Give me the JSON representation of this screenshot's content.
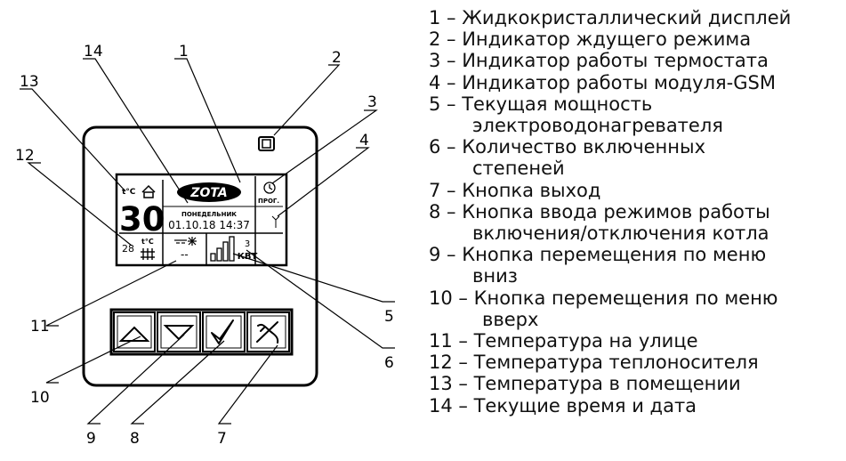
{
  "display": {
    "brand": "ZOTA",
    "room_temp_label": "t°C",
    "room_temp": "30",
    "day": "ПОНЕДЕЛЬНИК",
    "datetime": "01.10.18 14:37",
    "prog_label": "ПРОГ.",
    "coolant_label": "t°C",
    "coolant_temp": "28",
    "outdoor_temp": "--",
    "stages": "3",
    "power_unit": "КВТ"
  },
  "callouts": [
    "1",
    "2",
    "3",
    "4",
    "5",
    "6",
    "7",
    "8",
    "9",
    "10",
    "11",
    "12",
    "13",
    "14"
  ],
  "legend": [
    {
      "lines": [
        "1 – Жидкокристаллический дисплей"
      ]
    },
    {
      "lines": [
        "2 – Индикатор ждущего режима"
      ]
    },
    {
      "lines": [
        "3 – Индикатор работы термостата"
      ]
    },
    {
      "lines": [
        "4 – Индикатор работы модуля-GSM"
      ]
    },
    {
      "lines": [
        "5 – Текущая мощность",
        "электроводонагревателя"
      ]
    },
    {
      "lines": [
        "6 – Количество включенных",
        "степеней"
      ]
    },
    {
      "lines": [
        "7 – Кнопка выход"
      ]
    },
    {
      "lines": [
        "8 – Кнопка ввода режимов работы",
        "включения/отключения котла"
      ]
    },
    {
      "lines": [
        "9 – Кнопка перемещения по меню",
        "вниз"
      ]
    },
    {
      "lines": [
        "10 – Кнопка перемещения по меню",
        "вверх"
      ]
    },
    {
      "lines": [
        "11 – Температура на улице"
      ]
    },
    {
      "lines": [
        "12 – Температура теплоносителя"
      ]
    },
    {
      "lines": [
        "13 – Температура в помещении"
      ]
    },
    {
      "lines": [
        "14 – Текущие время и дата"
      ]
    }
  ]
}
